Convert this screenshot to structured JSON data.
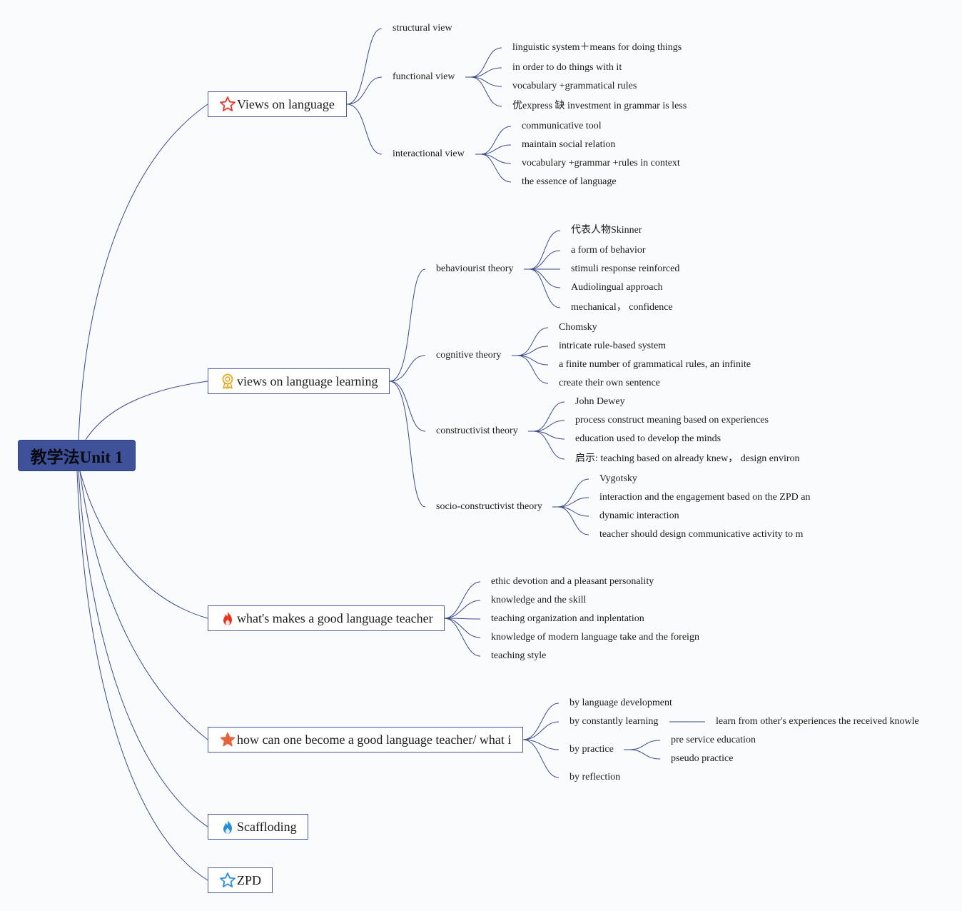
{
  "root": {
    "title": "教学法Unit 1"
  },
  "branches": [
    {
      "label": "Views on language",
      "icon": "star-outline-red-icon"
    },
    {
      "label": "views on language learning",
      "icon": "award-ribbon-icon"
    },
    {
      "label": "what's makes a good language teacher",
      "icon": "flame-red-icon"
    },
    {
      "label": "how can one become a good language teacher/ what i",
      "icon": "star-filled-orange-icon"
    },
    {
      "label": "Scaffloding",
      "icon": "flame-blue-icon"
    },
    {
      "label": "ZPD",
      "icon": "star-outline-blue-icon"
    }
  ],
  "views_on_language": {
    "structural": "structural view",
    "functional": "functional view",
    "functional_items": [
      "linguistic system＋means for doing things",
      "in order to do things with it",
      "vocabulary +grammatical rules",
      "优express 缺 investment in grammar is less"
    ],
    "interactional": "interactional view",
    "interactional_items": [
      "communicative tool",
      "maintain social relation",
      "vocabulary +grammar +rules in context",
      "the essence of language"
    ]
  },
  "views_on_learning": {
    "behaviourist": "behaviourist theory",
    "behaviourist_items": [
      "代表人物Skinner",
      "a form of behavior",
      "stimuli response reinforced",
      "Audiolingual approach",
      "mechanical， confidence"
    ],
    "cognitive": "cognitive theory",
    "cognitive_items": [
      "Chomsky",
      "intricate rule-based system",
      "a finite number of grammatical rules, an infinite",
      "create their own sentence"
    ],
    "constructivist": "constructivist theory",
    "constructivist_items": [
      "John Dewey",
      "process construct meaning based on experiences",
      "education used to develop the minds",
      "启示: teaching based on already knew， design environ"
    ],
    "socio": "socio-constructivist theory",
    "socio_items": [
      "Vygotsky",
      "interaction and the engagement based on the ZPD an",
      "dynamic interaction",
      "teacher should design communicative activity to m"
    ]
  },
  "good_teacher_items": [
    "ethic devotion and a pleasant personality",
    "knowledge and the skill",
    "teaching organization and inplentation",
    "knowledge of modern language take and the foreign",
    "teaching style"
  ],
  "become_teacher": {
    "items": [
      "by language development",
      "by constantly learning",
      "by practice",
      "by reflection"
    ],
    "learning_child": "learn from other's experiences the received knowle",
    "practice_items": [
      "pre service education",
      "pseudo practice"
    ]
  }
}
